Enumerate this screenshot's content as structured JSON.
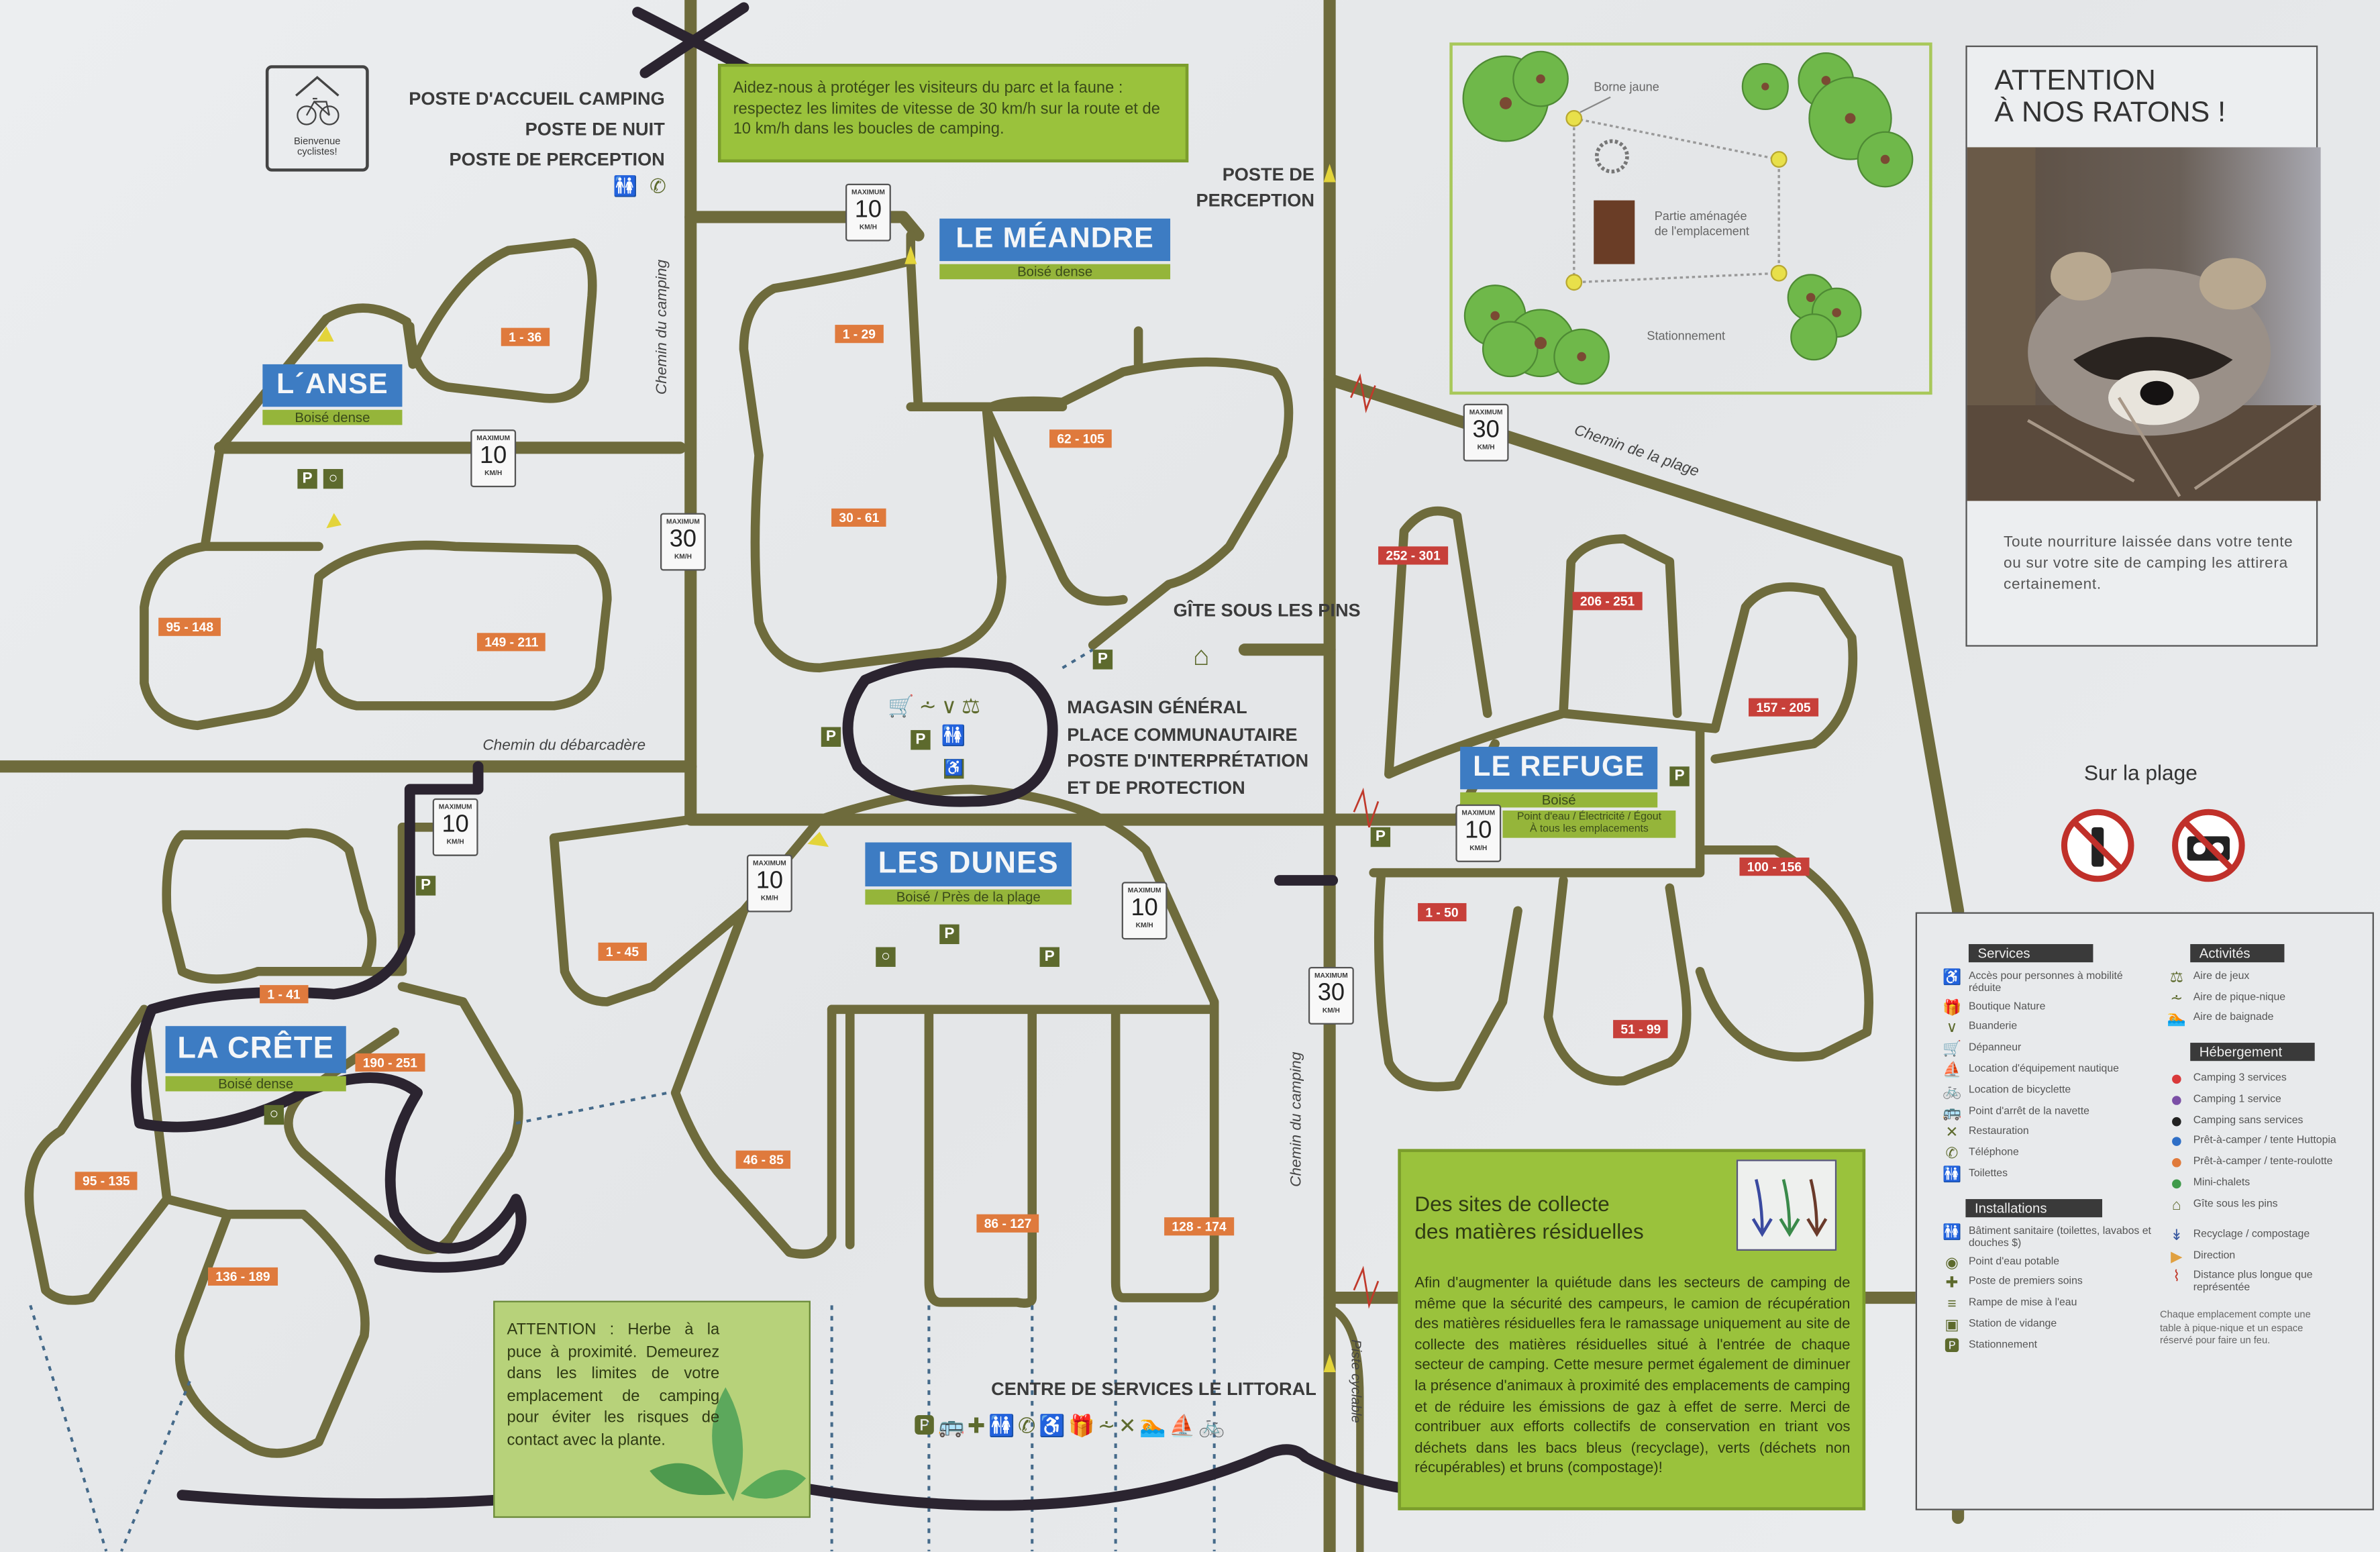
{
  "welcome_sign": {
    "text": "Bienvenue cyclistes!"
  },
  "entrance": {
    "lines": [
      "POSTE D'ACCUEIL CAMPING",
      "POSTE DE NUIT",
      "POSTE DE PERCEPTION"
    ]
  },
  "speed_notice": "Aidez-nous à protéger les visiteurs du parc et la faune : respectez les limites de vitesse de 30 km/h sur la route et de 10 km/h dans les boucles de camping.",
  "perception": {
    "lines": [
      "POSTE DE",
      "PERCEPTION"
    ]
  },
  "sectors": [
    {
      "name": "L´ANSE",
      "sub": "Boisé dense"
    },
    {
      "name": "LE MÉANDRE",
      "sub": "Boisé dense"
    },
    {
      "name": "LES DUNES",
      "sub": "Boisé / Près de la plage"
    },
    {
      "name": "LE REFUGE",
      "sub": "Boisé",
      "note": [
        "Point d'eau / Électricité / Égout",
        "À tous les emplacements"
      ]
    },
    {
      "name": "LA CRÊTE",
      "sub": "Boisé dense"
    }
  ],
  "site_ranges": [
    "1 - 36",
    "95 - 148",
    "149 - 211",
    "1 - 29",
    "30 - 61",
    "62 - 105",
    "252 - 301",
    "206 - 251",
    "157 - 205",
    "100 - 156",
    "1 - 50",
    "51 - 99",
    "1 - 45",
    "46 - 85",
    "86 - 127",
    "128 - 174",
    "1 - 41",
    "190 - 251",
    "95 - 135",
    "136 - 189"
  ],
  "speed_signs": {
    "label_top": "MAXIMUM",
    "unit": "KM/H",
    "values": [
      "10",
      "10",
      "30",
      "30",
      "10",
      "10",
      "10",
      "30",
      "10"
    ]
  },
  "roads": {
    "camping_1": "Chemin du camping",
    "debarcadere": "Chemin du débarcadère",
    "plage": "Chemin de la plage",
    "camping_2": "Chemin du camping",
    "cyclable": "Piste cyclable"
  },
  "gite": "GÎTE SOUS LES PINS",
  "community": {
    "lines": [
      "MAGASIN GÉNÉRAL",
      "PLACE COMMUNAUTAIRE",
      "POSTE D'INTERPRÉTATION",
      "ET DE PROTECTION"
    ]
  },
  "service_centre": "CENTRE DE SERVICES LE LITTORAL",
  "site_inset": {
    "yellow_post": "Borne jaune",
    "developed": [
      "Partie aménagée",
      "de l'emplacement"
    ],
    "parking": "Stationnement"
  },
  "raccoon": {
    "title": [
      "ATTENTION",
      "À NOS RATONS !"
    ],
    "text": "Toute nourriture laissée dans votre tente ou sur votre site de camping les attirera certainement."
  },
  "beach": {
    "title": "Sur la plage"
  },
  "waste": {
    "title": [
      "Des sites de collecte",
      "des matières résiduelles"
    ],
    "text": "Afin d'augmenter la quiétude dans les secteurs de camping de même que la sécurité des campeurs, le camion de récupération des matières résiduelles fera le ramassage uniquement au site de collecte des matières résiduelles situé à l'entrée de chaque secteur de camping. Cette mesure permet également de diminuer la présence d'animaux à proximité des emplacements de camping et de réduire les émissions de gaz à effet de serre. Merci de contribuer aux efforts collectifs de conservation en triant vos déchets dans les bacs bleus (recyclage), verts (déchets non récupérables) et bruns (compostage)!"
  },
  "poison_ivy": "ATTENTION : Herbe à la puce à proximité. Demeurez dans les limites de votre emplacement de camping pour éviter les risques de contact avec la plante.",
  "legend": {
    "services_title": "Services",
    "services": [
      "Accès pour personnes à mobilité réduite",
      "Boutique Nature",
      "Buanderie",
      "Dépanneur",
      "Location d'équipement nautique",
      "Location de bicyclette",
      "Point d'arrêt de la navette",
      "Restauration",
      "Téléphone",
      "Toilettes"
    ],
    "installations_title": "Installations",
    "installations": [
      "Bâtiment sanitaire (toilettes, lavabos et douches $)",
      "Point d'eau potable",
      "Poste de premiers soins",
      "Rampe de mise à l'eau",
      "Station de vidange",
      "Stationnement"
    ],
    "activities_title": "Activités",
    "activities": [
      "Aire de jeux",
      "Aire de pique-nique",
      "Aire de baignade"
    ],
    "lodging_title": "Hébergement",
    "lodging": [
      {
        "label": "Camping 3 services",
        "color": "#d9393a"
      },
      {
        "label": "Camping 1 service",
        "color": "#7b4fa6"
      },
      {
        "label": "Camping sans services",
        "color": "#222222"
      },
      {
        "label": "Prêt-à-camper / tente Huttopia",
        "color": "#2f6fc7"
      },
      {
        "label": "Prêt-à-camper / tente-roulotte",
        "color": "#e07a3b"
      },
      {
        "label": "Mini-chalets",
        "color": "#3f9a4a"
      },
      {
        "label": "Gîte sous les pins",
        "color": "#5d6a2d"
      }
    ],
    "other": [
      "Recyclage / compostage",
      "Direction",
      "Distance plus longue que représentée"
    ],
    "note": "Chaque emplacement compte une table à pique-nique et un espace réservé pour faire un feu."
  },
  "colors": {
    "road": "#6e6b3c",
    "sector_blue": "#3d7cc3",
    "sector_green": "#95b53a",
    "range_orange": "#df7a3d",
    "range_red": "#c7403a",
    "marker": "#2b2430"
  }
}
